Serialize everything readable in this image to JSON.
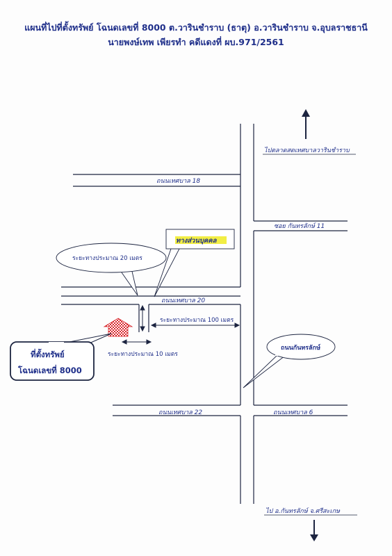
{
  "header": {
    "line1": "แผนที่ไปที่ตั้งทรัพย์  โฉนดเลขที่  8000    ต.วารินชำราบ (ธาตุ)  อ.วารินชำราบ  จ.อุบลราชธานี",
    "line2": "นายพงษ์เทพ  เพียรทำ   คดีแดงที่  ผบ.971/2561"
  },
  "labels": {
    "to_market": "ไปตลาดสดเทศบาลวารินชำราบ",
    "road18": "ถนนเทศบาล  18",
    "soi11": "ซอย กันทรลักษ์  11",
    "private_road": "ทางส่วนบุคคล",
    "dist20": "ระยะทางประมาณ 20 เมตร",
    "road20": "ถนนเทศบาล  20",
    "dist100": "ระยะทางประมาณ  100 เมตร",
    "dist10": "ระยะทางประมาณ  10 เมตร",
    "kanthararak_road": "ถนนกันทรลักษ์",
    "property_line1": "ที่ตั้งทรัพย์",
    "property_line2": "โฉนดเลขที่  8000",
    "road22": "ถนนเทศบาล  22",
    "road6": "ถนนเทศบาล  6",
    "to_kanthararak": "ไป อ.กันทรลักษ์  จ.ศรีสะเกษ"
  },
  "colors": {
    "ink": "#1f2f8a",
    "road_line": "#1c2440",
    "marker_red": "#d9262b",
    "private_road_fill": "#f2ee44"
  },
  "icons": {
    "north_arrow": "arrow-up-icon",
    "south_arrow": "arrow-down-icon",
    "property_marker": "house-marker-icon"
  }
}
